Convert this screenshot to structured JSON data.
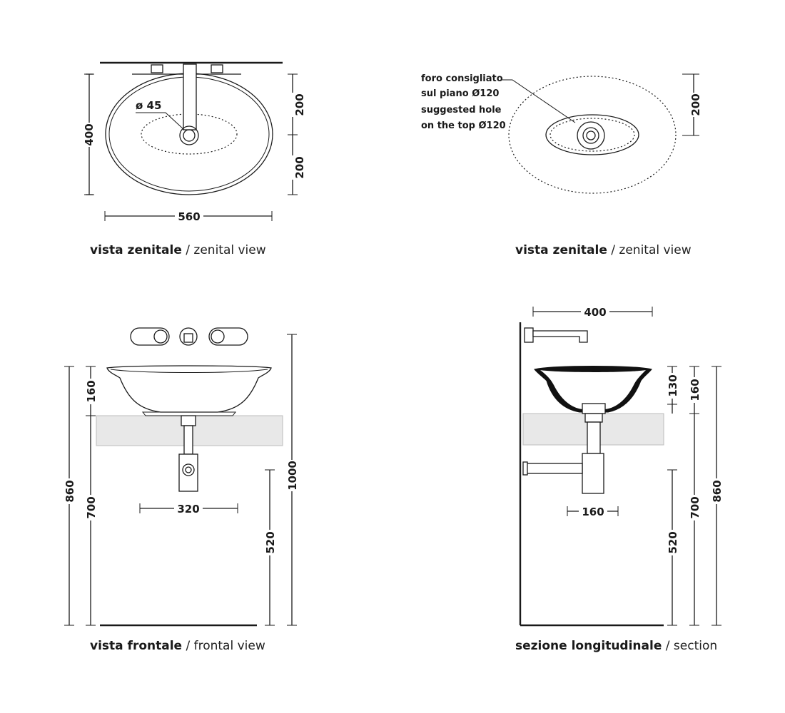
{
  "views": {
    "top_left": {
      "caption_bold": "vista zenitale",
      "caption_sep": " / ",
      "caption_normal": "zenital view",
      "dims": {
        "height_total": "400",
        "upper": "200",
        "lower": "200",
        "width": "560",
        "drain": "ø 45"
      }
    },
    "top_right": {
      "caption_bold": "vista zenitale",
      "caption_sep": " / ",
      "caption_normal": "zenital view",
      "note": [
        "foro consigliato",
        "sul piano Ø120",
        "suggested hole",
        "on the top Ø120"
      ],
      "dims": {
        "upper": "200"
      }
    },
    "front": {
      "caption_bold": "vista frontale",
      "caption_sep": " / ",
      "caption_normal": "frontal view",
      "dims": {
        "bowl_h": "160",
        "counter_h": "700",
        "total_rim": "860",
        "tap_h": "1000",
        "trap_h": "520",
        "trap_w": "320"
      }
    },
    "section": {
      "caption_bold": "sezione longitudinale",
      "caption_sep": " / ",
      "caption_normal": "section",
      "dims": {
        "depth": "400",
        "inner_h": "130",
        "bowl_h": "160",
        "counter_h": "700",
        "total_rim": "860",
        "trap_h": "520",
        "trap_w": "160"
      }
    }
  }
}
